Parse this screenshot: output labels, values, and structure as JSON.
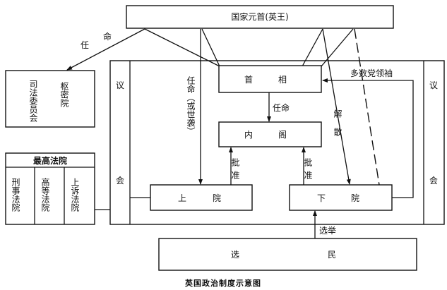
{
  "title": "英国政治制度示意图",
  "nodes": {
    "monarch": "国家元首(英王)",
    "privy_council": "枢密院",
    "judicial_committee": "司法委员会",
    "parliament_left_top": "议",
    "parliament_left_bottom": "会",
    "parliament_right_top": "议",
    "parliament_right_bottom": "会",
    "pm_1": "首",
    "pm_2": "相",
    "cabinet_1": "内",
    "cabinet_2": "阁",
    "lords_1": "上",
    "lords_2": "院",
    "commons_1": "下",
    "commons_2": "院",
    "electorate_1": "选",
    "electorate_2": "民",
    "supreme_court": "最高法院",
    "courts": [
      "刑事法院",
      "高等法院",
      "上诉法院"
    ]
  },
  "edges": {
    "appoint_privy_1": "任",
    "appoint_privy_2": "命",
    "appoint_lords": "任命（或世袭）",
    "appoint_cabinet": "任命",
    "dissolve": "解散",
    "majority_leader": "多数党领袖",
    "approve_lords": "批准",
    "approve_commons": "批准",
    "elect": "选举"
  }
}
